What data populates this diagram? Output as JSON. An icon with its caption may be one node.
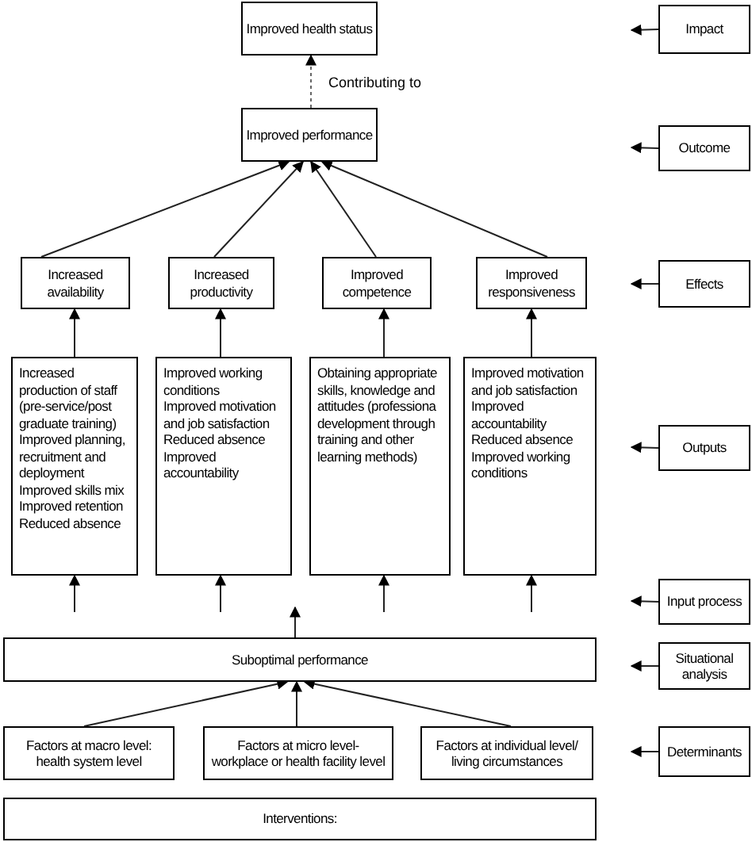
{
  "diagram": {
    "nodes": [
      {
        "text": [
          "Improved health status"
        ]
      },
      {
        "text": [
          "Impact"
        ]
      },
      {
        "text": [
          "Improved performance"
        ]
      },
      {
        "text": [
          "Outcome"
        ]
      },
      {
        "text": [
          "Increased availability"
        ]
      },
      {
        "text": [
          "Increased productivity"
        ]
      },
      {
        "text": [
          "Improved competence"
        ]
      },
      {
        "text": [
          "Improved responsiveness"
        ]
      },
      {
        "text": [
          "Effects"
        ]
      },
      {
        "text": [
          "Increased production of staff (pre-service/post graduate training)",
          "Improved planning, recruitment and deployment",
          "Improved skills mix",
          "Improved retention",
          "Reduced absence"
        ]
      },
      {
        "text": [
          "Improved working conditions",
          "Improved motivation and job satisfaction",
          "Reduced absence",
          "Improved accountability"
        ]
      },
      {
        "text": [
          "Obtaining appropriate skills, knowledge and attitudes (professiona development through training and other learning methods)"
        ]
      },
      {
        "text": [
          "Improved motivation and job satisfaction",
          "Improved accountability",
          "Reduced absence",
          "Improved working conditions"
        ]
      },
      {
        "text": [
          "Outputs"
        ]
      },
      {
        "text": [
          "Input process"
        ]
      },
      {
        "text": [
          "Suboptimal performance"
        ]
      },
      {
        "text": [
          "Situational analysis"
        ]
      },
      {
        "text": [
          "Factors at macro level: health system level"
        ]
      },
      {
        "text": [
          "Factors at micro level- workplace or health facility level"
        ]
      },
      {
        "text": [
          "Factors at individual level/ living circumstances"
        ]
      },
      {
        "text": [
          "Determinants"
        ]
      },
      {
        "text": [
          "Interventions:"
        ]
      }
    ],
    "edges": [
      {
        "from": 4,
        "to": 2,
        "arrow": "to"
      },
      {
        "from": 5,
        "to": 2,
        "arrow": "to"
      },
      {
        "from": 6,
        "to": 2,
        "arrow": "to"
      },
      {
        "from": 7,
        "to": 2,
        "arrow": "to"
      },
      {
        "from": 2,
        "to": 0,
        "arrow": "to",
        "label": "Contributing to",
        "style": "dashed"
      },
      {
        "from": 9,
        "to": 4,
        "arrow": "to"
      },
      {
        "from": 10,
        "to": 5,
        "arrow": "to"
      },
      {
        "from": 11,
        "to": 6,
        "arrow": "to"
      },
      {
        "from": 12,
        "to": 7,
        "arrow": "to"
      },
      {
        "from": null,
        "to": 9,
        "arrow": "to"
      },
      {
        "from": null,
        "to": 10,
        "arrow": "to"
      },
      {
        "from": null,
        "to": 11,
        "arrow": "to"
      },
      {
        "from": null,
        "to": 12,
        "arrow": "to"
      },
      {
        "from": 15,
        "to": null,
        "arrow": "to"
      },
      {
        "from": 17,
        "to": 15,
        "arrow": "to"
      },
      {
        "from": 18,
        "to": 15,
        "arrow": "to"
      },
      {
        "from": 19,
        "to": 15,
        "arrow": "to"
      },
      {
        "from": 1,
        "to": null,
        "arrow": "to"
      },
      {
        "from": 3,
        "to": null,
        "arrow": "to"
      },
      {
        "from": 8,
        "to": null,
        "arrow": "to"
      },
      {
        "from": 13,
        "to": null,
        "arrow": "to"
      },
      {
        "from": 14,
        "to": null,
        "arrow": "to"
      },
      {
        "from": 16,
        "to": null,
        "arrow": "to"
      },
      {
        "from": 20,
        "to": null,
        "arrow": "to"
      }
    ]
  }
}
